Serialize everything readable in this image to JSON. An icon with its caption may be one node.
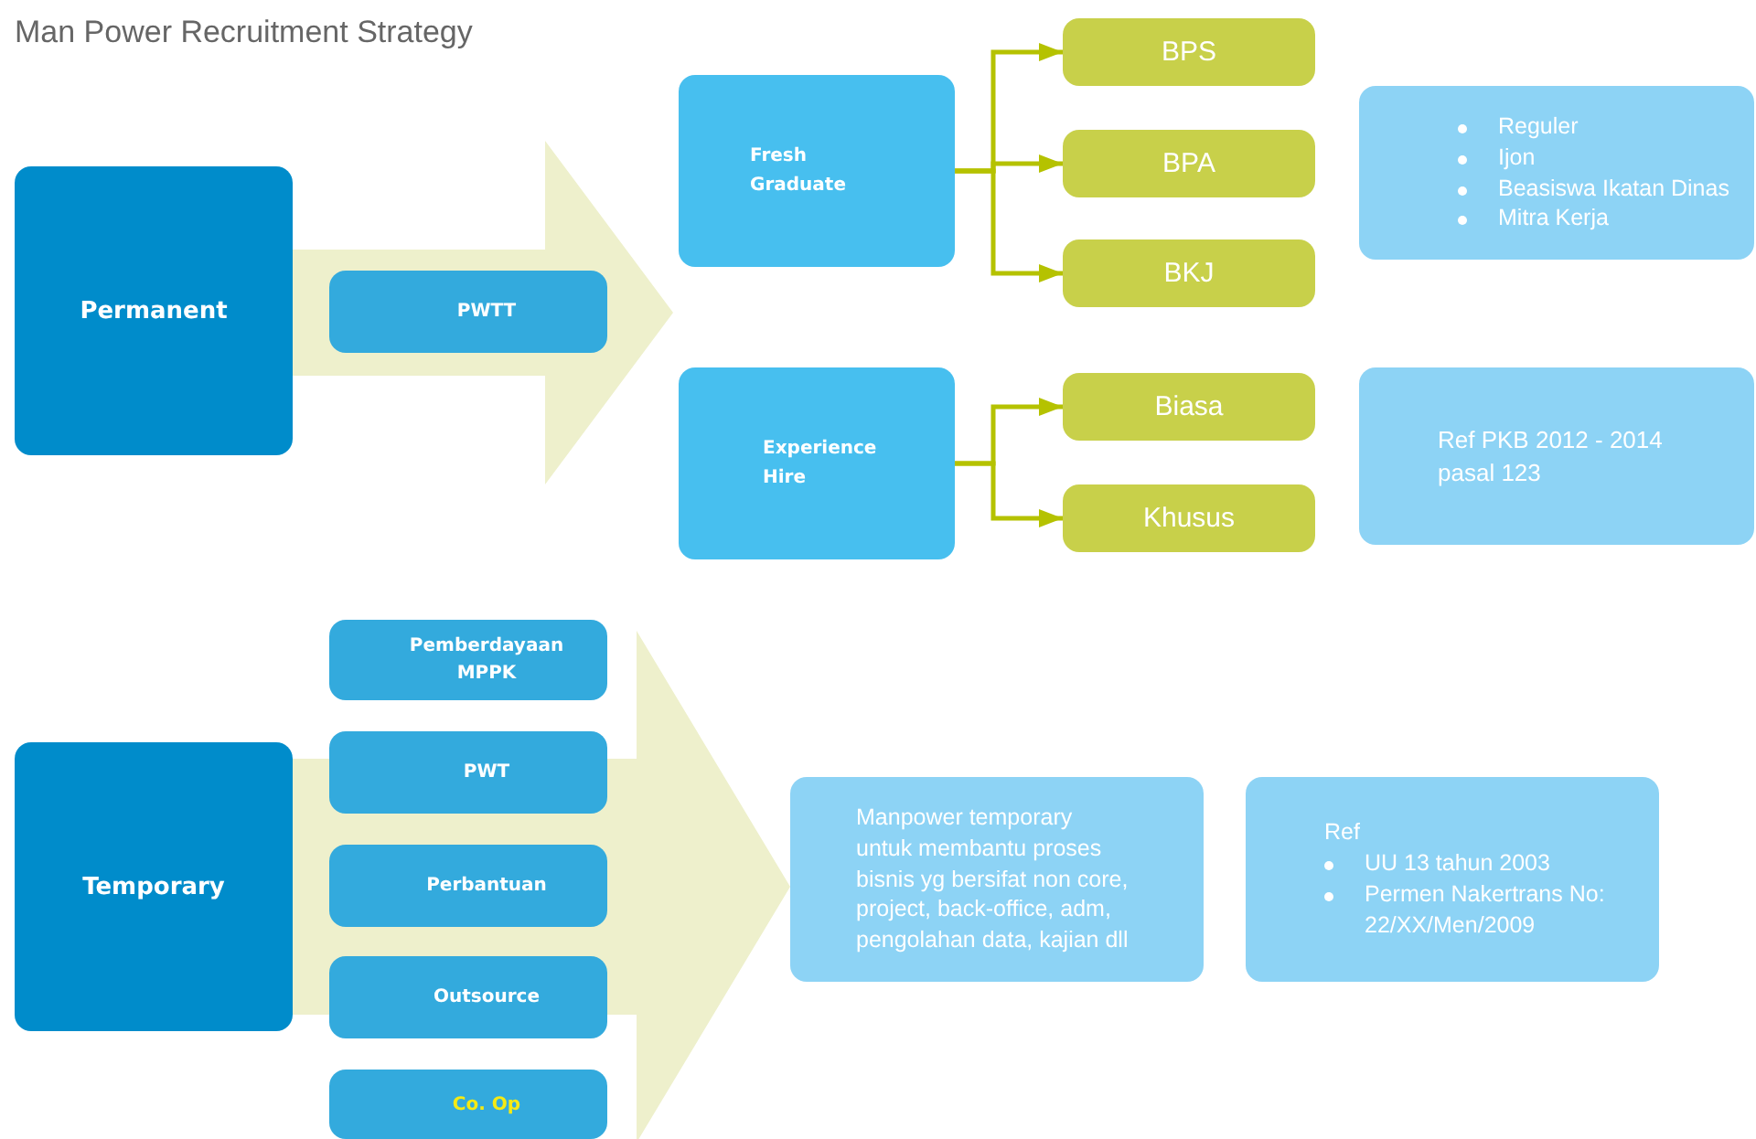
{
  "diagram": {
    "title": "Man Power Recruitment Strategy",
    "nodes": [
      {
        "text": [
          "Permanent"
        ]
      },
      {
        "text": [
          "PWTT"
        ]
      },
      {
        "text": [
          "Fresh Graduate"
        ]
      },
      {
        "text": [
          "BPS"
        ]
      },
      {
        "text": [
          "BPA"
        ]
      },
      {
        "text": [
          "BKJ"
        ]
      },
      {
        "text": [
          "Reguler",
          "Ijon",
          "Beasiswa Ikatan Dinas",
          "Mitra Kerja"
        ]
      },
      {
        "text": [
          "Experience Hire"
        ]
      },
      {
        "text": [
          "Biasa"
        ]
      },
      {
        "text": [
          "Khusus"
        ]
      },
      {
        "text": [
          "Ref PKB 2012 - 2014 pasal 123"
        ]
      },
      {
        "text": [
          "Temporary"
        ]
      },
      {
        "text": [
          "Pemberdayaan MPPK"
        ]
      },
      {
        "text": [
          "PWT"
        ]
      },
      {
        "text": [
          "Perbantuan"
        ]
      },
      {
        "text": [
          "Outsource"
        ]
      },
      {
        "text": [
          "Co. Op"
        ]
      },
      {
        "text": [
          "Manpower temporary untuk membantu proses bisnis yg bersifat non core, project, back-office, adm, pengolahan data, kajian dll"
        ]
      },
      {
        "text": [
          "Ref",
          "UU 13 tahun 2003",
          "Permen Nakertrans No: 22/XX/Men/2009"
        ]
      }
    ],
    "edges": [
      {
        "from": 0,
        "to": null,
        "arrow": "to",
        "style": "thick",
        "color": "#eef0cc"
      },
      {
        "from": 2,
        "to": 3,
        "arrow": "to"
      },
      {
        "from": 2,
        "to": 4,
        "arrow": "to"
      },
      {
        "from": 2,
        "to": 5,
        "arrow": "to"
      },
      {
        "from": 7,
        "to": 8,
        "arrow": "to"
      },
      {
        "from": 7,
        "to": 9,
        "arrow": "to"
      },
      {
        "from": 11,
        "to": 17,
        "arrow": "to",
        "style": "thick",
        "color": "#eef0cc"
      }
    ]
  }
}
